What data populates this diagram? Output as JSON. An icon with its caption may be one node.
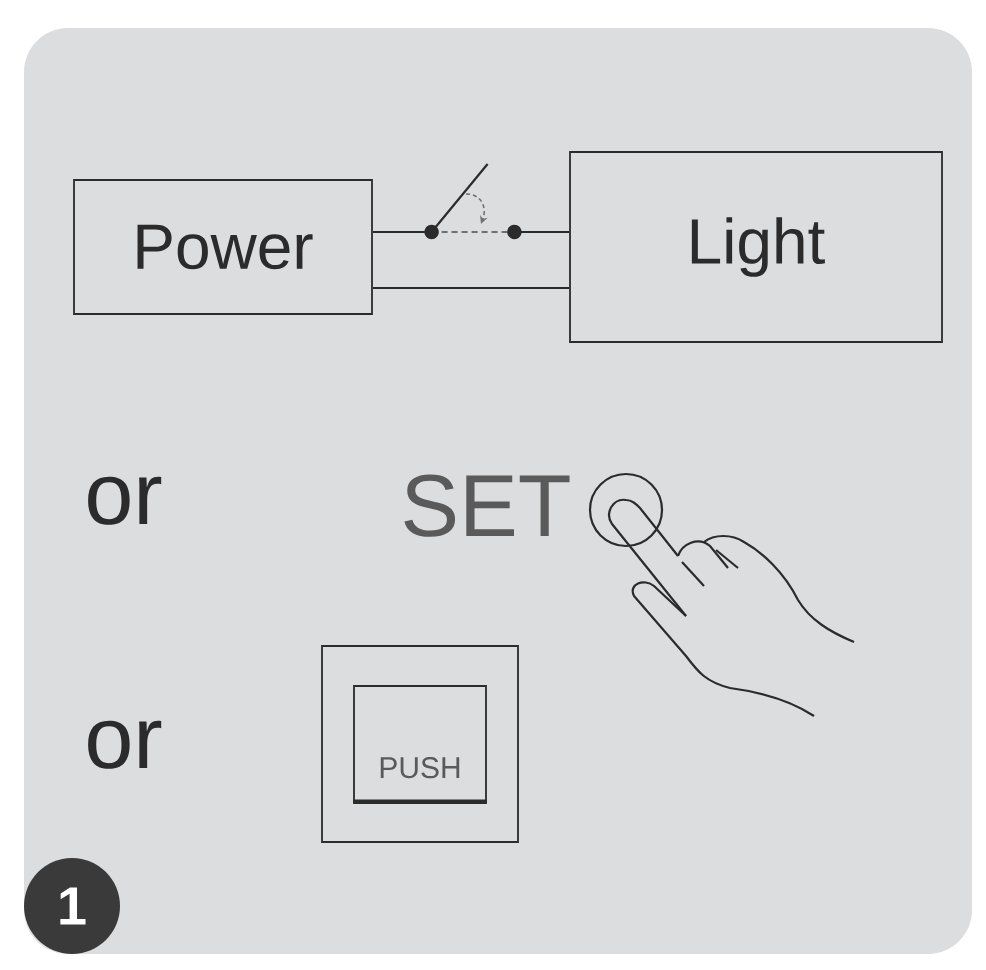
{
  "diagram": {
    "nodes": [
      {
        "text": [
          "Power"
        ]
      },
      {
        "text": [],
        "shape": "switch"
      },
      {
        "text": [
          "Light"
        ]
      },
      {
        "text": [],
        "shape": "box"
      },
      {
        "text": [
          "PUSH"
        ],
        "in": 3
      },
      {
        "text": [
          "1"
        ]
      }
    ],
    "edges": [
      {
        "from": 0,
        "to": 1,
        "arrow": "none"
      },
      {
        "from": 1,
        "to": 2,
        "arrow": "none"
      },
      {
        "from": 0,
        "to": 2,
        "arrow": "none"
      }
    ],
    "labels": [
      "or",
      "SET",
      "or"
    ]
  }
}
